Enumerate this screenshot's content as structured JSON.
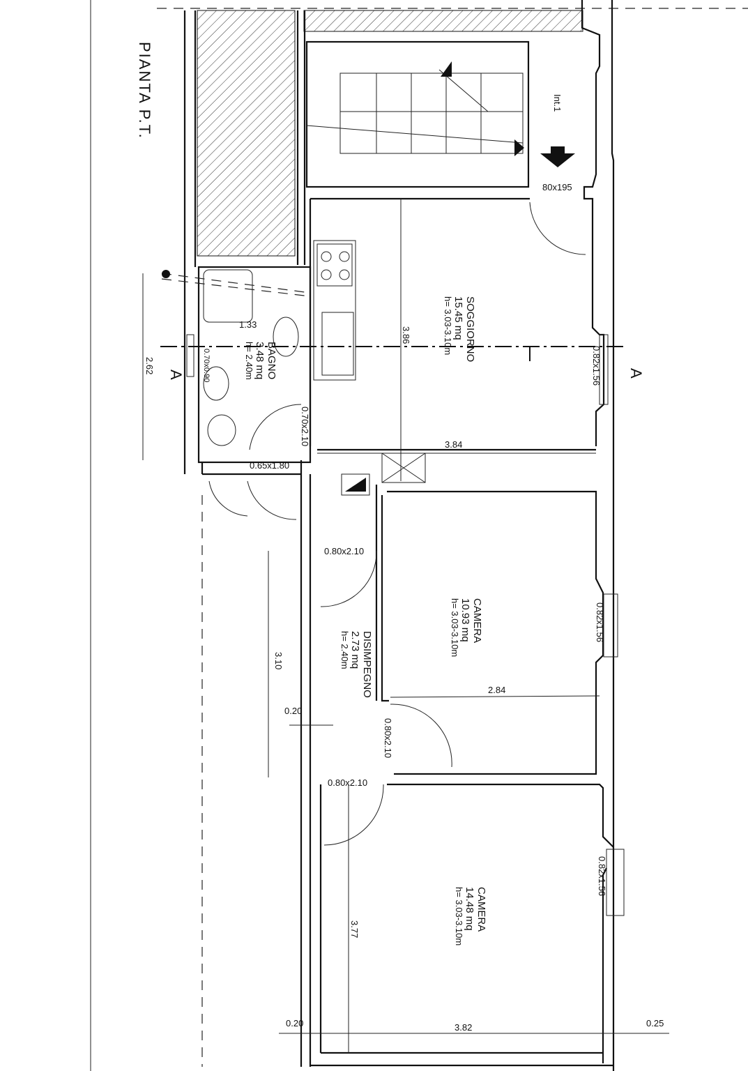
{
  "title": "PIANTA P.T.",
  "entrance": {
    "label": "Int.1",
    "door": "80x195"
  },
  "section_marker": "A",
  "rooms": [
    {
      "name": "SOGGIORNO",
      "area": "15.45 mq",
      "height": "h= 3.03-3.10m"
    },
    {
      "name": "BAGNO",
      "area": "3.48 mq",
      "height": "h= 2.40m"
    },
    {
      "name": "DISIMPEGNO",
      "area": "2.73 mq",
      "height": "h= 2.40m"
    },
    {
      "name": "CAMERA",
      "area": "10.93 mq",
      "height": "h= 3.03-3.10m"
    },
    {
      "name": "CAMERA",
      "area": "14.48 mq",
      "height": "h= 3.03-3.10m"
    }
  ],
  "dimensions": {
    "bagno_width": "1.33",
    "bagno_window": "0.70x0.90",
    "bagno_door": "0.70x2.10",
    "closet_door": "0.65x1.80",
    "bagno_length": "2.62",
    "soggiorno_depth": "3.86",
    "soggiorno_width": "3.84",
    "soggiorno_window": "0.82x1.56",
    "disimpegno_door": "0.80x2.10",
    "disimpegno_length": "3.10",
    "wall_thickness_1": "0.20",
    "camera1_door": "0.80x2.10",
    "camera1_width": "2.84",
    "camera1_window": "0.82x1.56",
    "camera2_door": "0.80x2.10",
    "camera2_length": "3.77",
    "camera2_window": "0.82x1.56",
    "wall_thickness_2": "0.20",
    "camera2_width": "3.82",
    "wall_thickness_3": "0.25"
  }
}
